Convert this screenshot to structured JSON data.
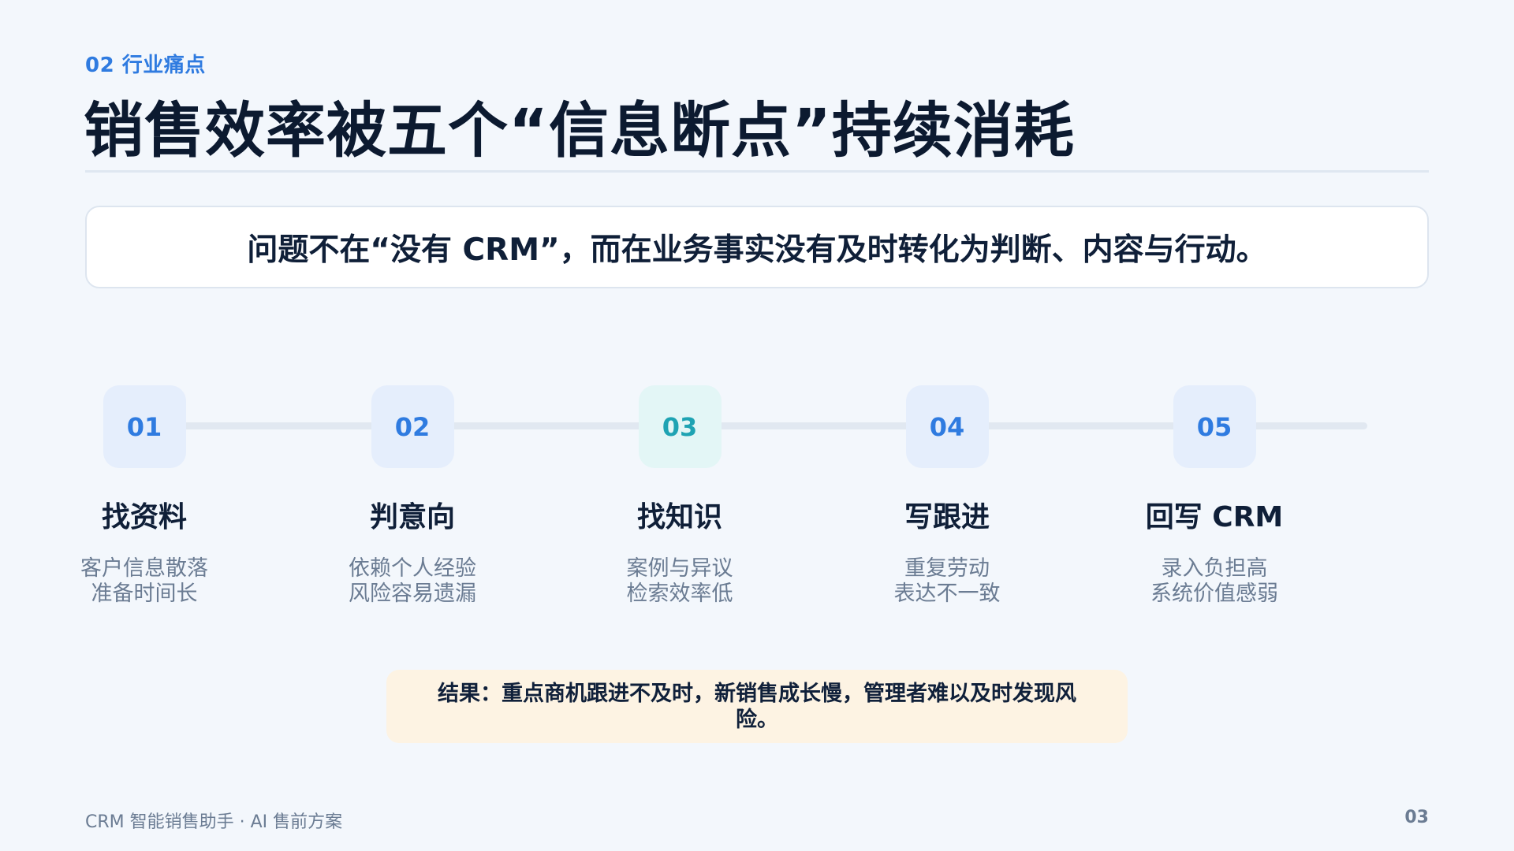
{
  "header": {
    "section_label": "02 行业痛点",
    "title": "销售效率被五个“信息断点”持续消耗"
  },
  "callout": {
    "text": "问题不在“没有 CRM”，而在业务事实没有及时转化为判断、内容与行动。"
  },
  "steps": [
    {
      "number": "01",
      "title": "找资料",
      "desc_line1": "客户信息散落",
      "desc_line2": "准备时间长"
    },
    {
      "number": "02",
      "title": "判意向",
      "desc_line1": "依赖个人经验",
      "desc_line2": "风险容易遗漏"
    },
    {
      "number": "03",
      "title": "找知识",
      "desc_line1": "案例与异议",
      "desc_line2": "检索效率低"
    },
    {
      "number": "04",
      "title": "写跟进",
      "desc_line1": "重复劳动",
      "desc_line2": "表达不一致"
    },
    {
      "number": "05",
      "title": "回写 CRM",
      "desc_line1": "录入负担高",
      "desc_line2": "系统价值感弱"
    }
  ],
  "result": {
    "text": "结果：重点商机跟进不及时，新销售成长慢，管理者难以及时发现风险。"
  },
  "footer": {
    "left": "CRM 智能销售助手 · AI 售前方案",
    "page_number": "03"
  },
  "colors": {
    "accent_blue": "#2f7be0",
    "accent_teal": "#1ea3b3",
    "result_bg": "#fdf3e3",
    "page_bg": "#f3f7fc"
  }
}
